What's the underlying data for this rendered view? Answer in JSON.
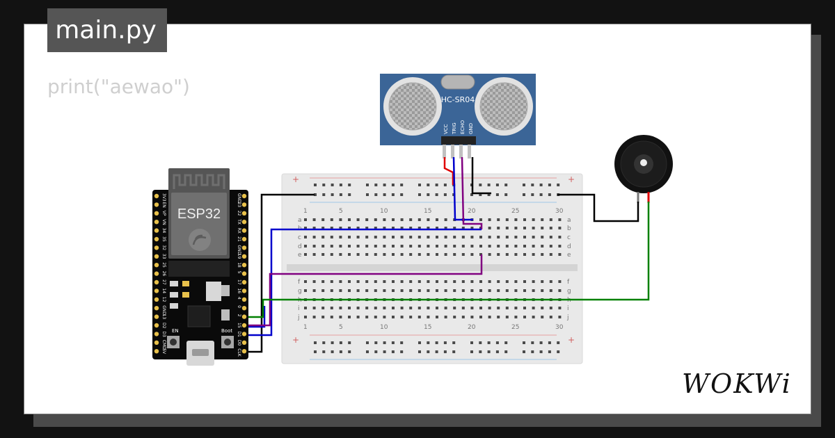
{
  "editor": {
    "filename": "main.py",
    "code": "print(\"aewao\")"
  },
  "board": {
    "chip_label": "ESP32",
    "button_en": "EN",
    "button_boot": "Boot",
    "left_pins": [
      "3V3",
      "EN",
      "VP",
      "VN",
      "34",
      "35",
      "32",
      "33",
      "25",
      "26",
      "27",
      "14",
      "12",
      "GND",
      "13",
      "D2",
      "D3",
      "CMD",
      "5V"
    ],
    "right_pins": [
      "GND",
      "23",
      "22",
      "TX",
      "RX",
      "21",
      "GND",
      "19",
      "18",
      "5",
      "17",
      "16",
      "4",
      "0",
      "2",
      "15",
      "D1",
      "D0",
      "CLK"
    ]
  },
  "sensor": {
    "label": "HC-SR04",
    "pins": [
      "VCC",
      "TRIG",
      "ECHO",
      "GND"
    ]
  },
  "breadboard": {
    "column_numbers": [
      "1",
      "5",
      "10",
      "15",
      "20",
      "25",
      "30"
    ],
    "rows_top": [
      "a",
      "b",
      "c",
      "d",
      "e"
    ],
    "rows_bottom": [
      "f",
      "g",
      "h",
      "i",
      "j"
    ],
    "rail_plus": "+",
    "rail_minus": "-"
  },
  "wires": {
    "gnd_color": "#000000",
    "vcc_color": "#e00000",
    "trig_color": "#0000cc",
    "echo_color": "#800080",
    "buzzer_color": "#008000"
  },
  "logo": {
    "text": "WOKWi"
  }
}
